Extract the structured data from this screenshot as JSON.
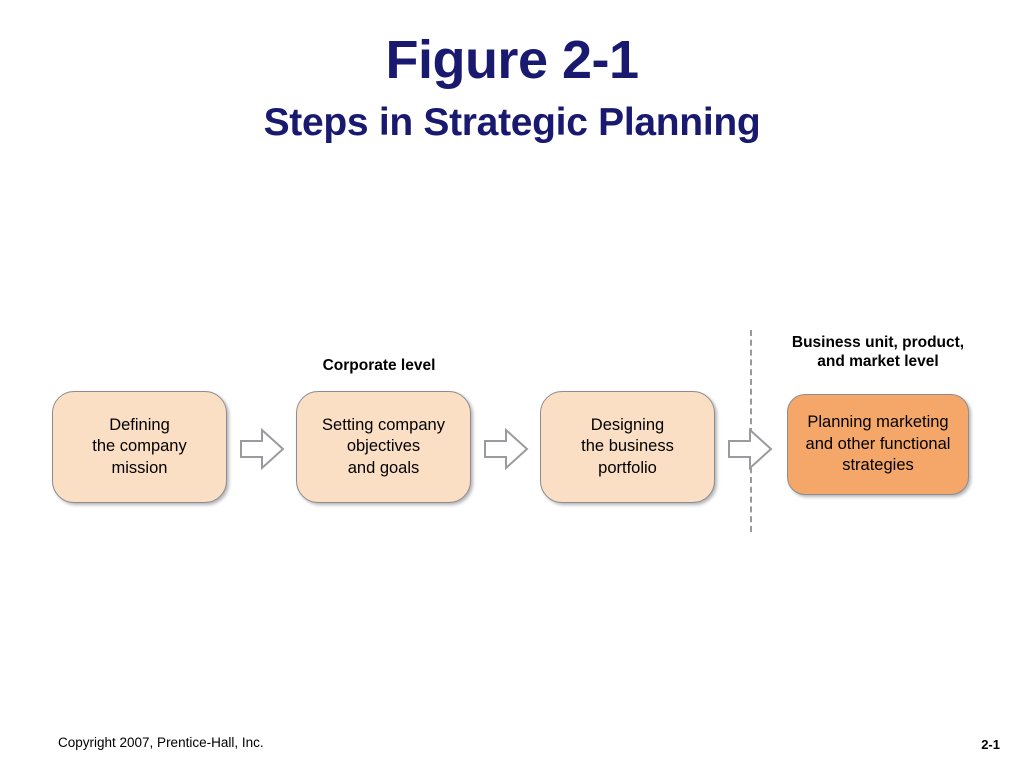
{
  "slide": {
    "title": "Figure 2-1",
    "subtitle": "Steps in Strategic Planning",
    "background_color": "#ffffff",
    "title_color": "#191970"
  },
  "diagram": {
    "type": "process-flow",
    "group_labels": [
      {
        "id": "corporate-level",
        "text": "Corporate level",
        "covers_steps": [
          "step-1",
          "step-2",
          "step-3"
        ]
      },
      {
        "id": "business-unit-level",
        "text": "Business unit, product,\nand market level",
        "covers_steps": [
          "step-4"
        ]
      }
    ],
    "divider": {
      "style": "dashed",
      "orientation": "vertical",
      "color": "#9a9a9a"
    },
    "steps": [
      {
        "id": "step-1",
        "text": "Defining\nthe company\nmission",
        "fill_color": "#FBDFC4",
        "border_color": "#8d8d91"
      },
      {
        "id": "step-2",
        "text": "Setting company\nobjectives\nand goals",
        "fill_color": "#FBDFC4",
        "border_color": "#8d8d91"
      },
      {
        "id": "step-3",
        "text": "Designing\nthe business\nportfolio",
        "fill_color": "#FBDFC4",
        "border_color": "#8d8d91"
      },
      {
        "id": "step-4",
        "text": "Planning marketing\nand other functional\nstrategies",
        "fill_color": "#F5A76A",
        "border_color": "#8d8d91"
      }
    ],
    "connectors": [
      {
        "id": "arrow-1-2",
        "icon": "right-arrow-icon",
        "from": "step-1",
        "to": "step-2"
      },
      {
        "id": "arrow-2-3",
        "icon": "right-arrow-icon",
        "from": "step-2",
        "to": "step-3"
      },
      {
        "id": "arrow-3-4",
        "icon": "right-arrow-icon",
        "from": "step-3",
        "to": "step-4"
      }
    ]
  },
  "footer": {
    "copyright": "Copyright 2007, Prentice-Hall, Inc.",
    "page_number": "2-1"
  }
}
